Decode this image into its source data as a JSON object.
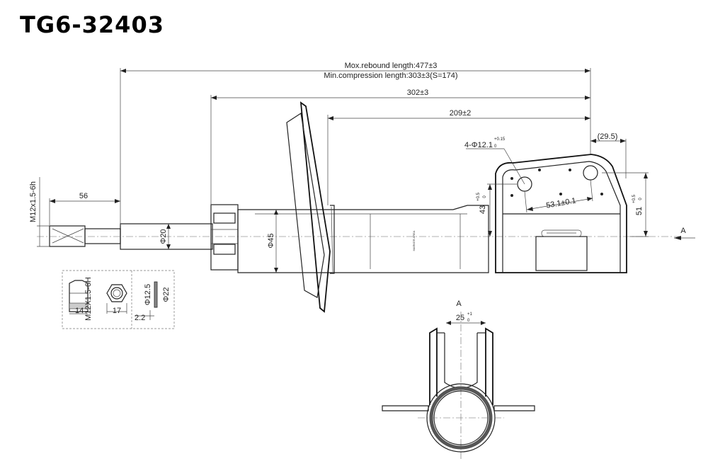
{
  "title": "TG6-32403",
  "dimensions": {
    "rebound": "Mox.rebound length:477±3",
    "compression": "Min.compression length:303±3(S=174)",
    "overall": "302±3",
    "spring_seat": "209±2",
    "offset": "(29.5)",
    "holes": "4-Φ12.1",
    "holes_tol": "+0.15",
    "holes_tol0": "0",
    "height43": "43",
    "height43_tol": "+0.5",
    "height43_tol0": "0",
    "spacing": "53.1±0.1",
    "height51": "51",
    "height51_tol": "+0.5",
    "height51_tol0": "0",
    "thread_len": "56",
    "thread": "M12x1.5-6h",
    "rod_dia": "Φ20",
    "body_dia": "Φ45",
    "marker": "MARKER AREA",
    "view_a": "A",
    "view_label": "A",
    "slot_width": "25",
    "slot_tol": "+1",
    "slot_tol0": "0",
    "nut_thread": "M12X1.5-6H",
    "nut_h": "14",
    "nut_w": "17",
    "washer_in": "Φ12.5",
    "washer_out": "Φ22",
    "washer_t": "2.2"
  }
}
